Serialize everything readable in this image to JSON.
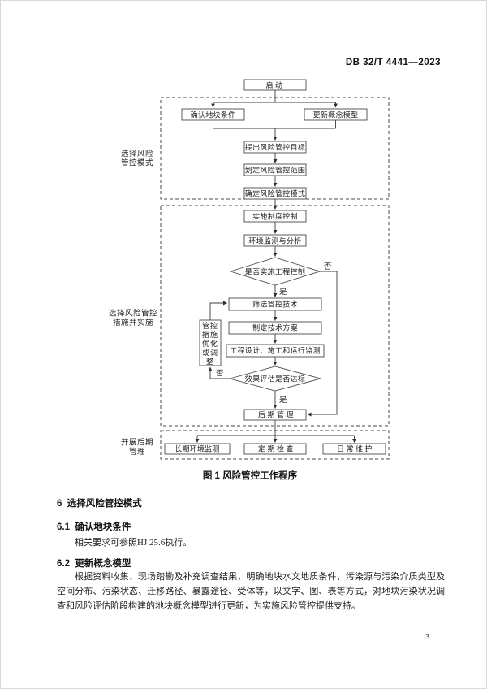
{
  "page": {
    "header": "DB 32/T 4441—2023",
    "page_number": "3"
  },
  "figure": {
    "caption": "图 1 风险管控工作程序",
    "stages": {
      "stage1_line1": "选择风险",
      "stage1_line2": "管控模式",
      "stage2_line1": "选择风险管控",
      "stage2_line2": "措施并实施",
      "stage3_line1": "开展后期",
      "stage3_line2": "管理"
    },
    "nodes": {
      "start": "启动",
      "confirm_site": "确认地块条件",
      "update_model": "更新概念模型",
      "propose_target": "提出风险管控目标",
      "define_scope": "划定风险管控范围",
      "determine_mode": "确定风险管控模式",
      "institution_control": "实施制度控制",
      "env_monitor": "环境监测与分析",
      "decision_engineering": "是否实施工程控制",
      "screen_tech": "筛选管控技术",
      "make_plan": "制定技术方案",
      "design_build": "工程设计、施工和运行监测",
      "decision_effect": "效果评估是否达标",
      "post_mgmt": "后期管理",
      "longterm_monitor": "长期环境监测",
      "periodic_check": "定期检查",
      "daily_maintain": "日常维护"
    },
    "optimize_lines": [
      "管控",
      "措施",
      "优化",
      "或调",
      "整"
    ],
    "edge_labels": {
      "yes1": "是",
      "no1": "否",
      "yes2": "是",
      "no2": "否"
    }
  },
  "sections": {
    "h6": "6  选择风险管控模式",
    "h61": "6.1  确认地块条件",
    "p61": "相关要求可参照HJ 25.6执行。",
    "h62": "6.2  更新概念模型",
    "p62": "根据资料收集、现场踏勘及补充调查结果，明确地块水文地质条件、污染源与污染介质类型及空间分布、污染状态、迁移路径、暴露途径、受体等，以文字、图、表等方式，对地块污染状况调查和风险评估阶段构建的地块概念模型进行更新，为实施风险管控提供支持。"
  }
}
